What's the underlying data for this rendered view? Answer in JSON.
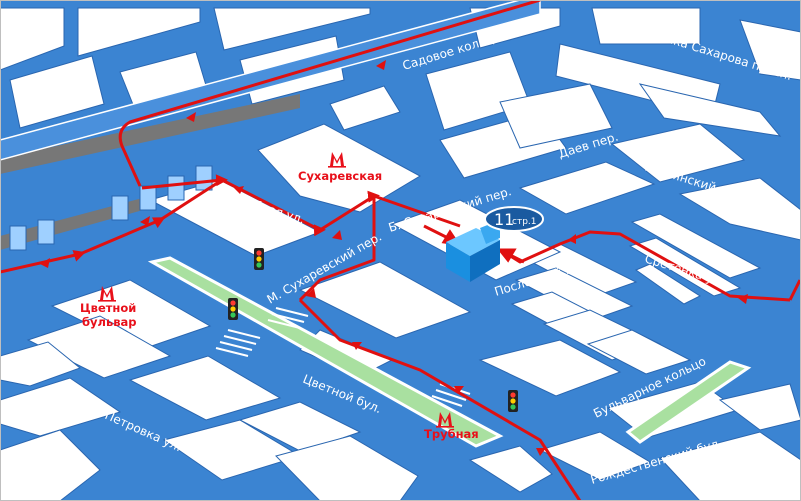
{
  "colors": {
    "road": "#3b84d2",
    "road_edge": "#2a66b0",
    "block": "#ffffff",
    "route": "#e01010",
    "park": "#a9e0a0",
    "building": "#1a8fe0",
    "metro": "#e8101a",
    "flyover": "#777777"
  },
  "streets": [
    {
      "id": "sadovoe",
      "label": "Садовое кольцо"
    },
    {
      "id": "sakharova",
      "label": "Академика Сахарова просп."
    },
    {
      "id": "daev",
      "label": "Даев пер."
    },
    {
      "id": "kostyansky",
      "label": "Костянский пер."
    },
    {
      "id": "b-sukharevsky",
      "label": "Б. Сухаревский пер."
    },
    {
      "id": "trubnaya-ul",
      "label": "Трубная ул."
    },
    {
      "id": "m-sukharevsky",
      "label": "М. Сухаревский пер."
    },
    {
      "id": "posledny",
      "label": "Последний пер."
    },
    {
      "id": "sretenka",
      "label": "Сретенка ул."
    },
    {
      "id": "tsvetnoy-bul",
      "label": "Цветной бул."
    },
    {
      "id": "bulvarnoe",
      "label": "Бульварное кольцо"
    },
    {
      "id": "rozhdestvensky",
      "label": "Рождественский бул."
    },
    {
      "id": "petrovka",
      "label": "Петровка ул."
    }
  ],
  "metro": [
    {
      "id": "sukharevskaya",
      "icon": "metro-icon",
      "label": "Сухаревская"
    },
    {
      "id": "tsvetnoy",
      "icon": "metro-icon",
      "label_line1": "Цветной",
      "label_line2": "бульвар"
    },
    {
      "id": "trubnaya",
      "icon": "metro-icon",
      "label": "Трубная"
    }
  ],
  "building": {
    "number": "11",
    "suffix": "стр.1"
  },
  "icons": [
    "traffic-light-icon",
    "metro-icon",
    "direction-arrow-icon",
    "building-icon"
  ]
}
